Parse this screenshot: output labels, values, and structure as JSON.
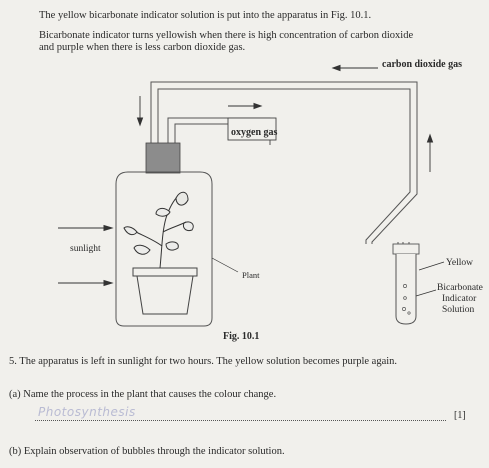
{
  "intro": {
    "line1": "The yellow bicarbonate indicator solution is put into the apparatus in Fig. 10.1.",
    "line2": "Bicarbonate indicator turns yellowish when there is high concentration of carbon dioxide",
    "line3": "and purple when there is less carbon dioxide gas."
  },
  "figure": {
    "caption": "Fig. 10.1",
    "labels": {
      "carbon_dioxide": "carbon dioxide gas",
      "oxygen": "oxygen gas",
      "sunlight": "sunlight",
      "plant": "Plant",
      "yellow": "Yellow",
      "bicarbonate": "Bicarbonate",
      "indicator": "Indicator",
      "solution": "Solution"
    }
  },
  "question": {
    "stem": "5.  The apparatus is left in sunlight for two hours. The yellow solution becomes purple again.",
    "part_a": {
      "prompt": "(a)  Name the process in the plant that causes the colour change.",
      "handwritten_answer": "Photosynthesis",
      "marks": "[1]"
    },
    "part_b": {
      "prompt": "(b)  Explain observation of bubbles through the indicator solution."
    }
  }
}
